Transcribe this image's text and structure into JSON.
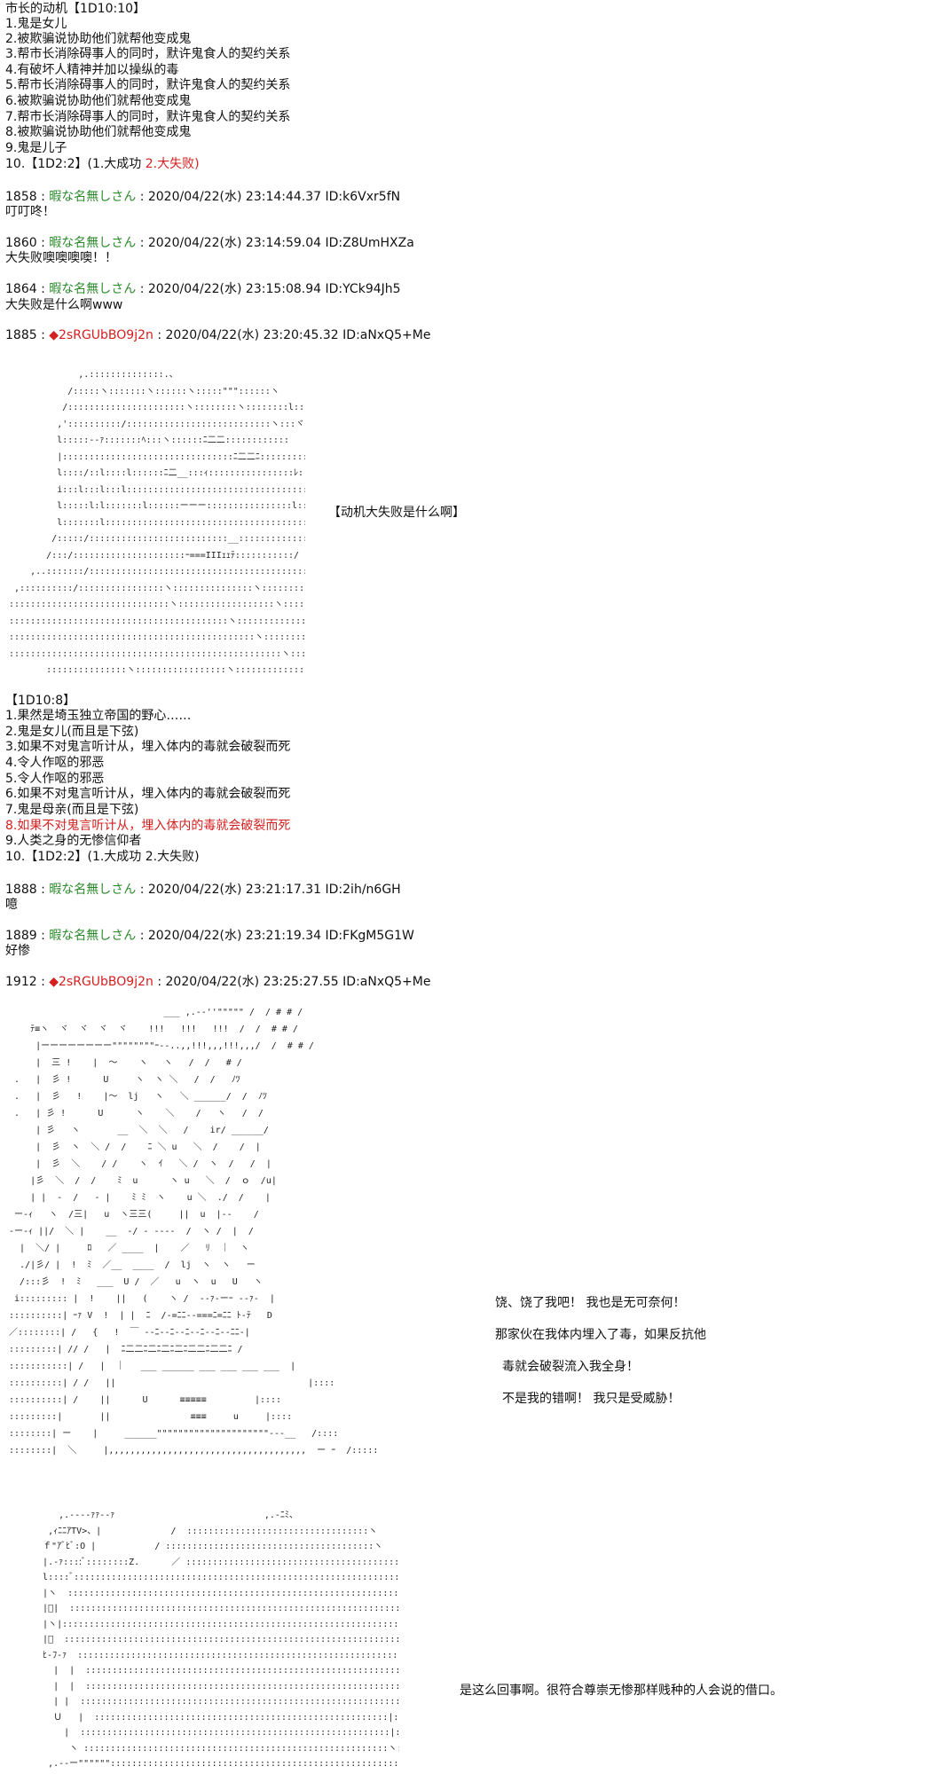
{
  "block1": {
    "heading": "市长的动机【1D10:10】",
    "items": [
      "1.鬼是女儿",
      "2.被欺骗说协助他们就帮他变成鬼",
      "3.帮市长消除碍事人的同时，默许鬼食人的契约关系",
      "4.有破坏人精神并加以操纵的毒",
      "5.帮市长消除碍事人的同时，默许鬼食人的契约关系",
      "6.被欺骗说协助他们就帮他变成鬼",
      "7.帮市长消除碍事人的同时，默许鬼食人的契约关系",
      "8.被欺骗说协助他们就帮他变成鬼",
      "9.鬼是儿子"
    ],
    "item10_prefix": "10.【1D2:2】(1.大成功  ",
    "item10_red": "2.大失败)"
  },
  "posts1": [
    {
      "num": "1858 : ",
      "name": "暇な名無しさん",
      "meta": " : 2020/04/22(水) 23:14:44.37 ID:k6Vxr5fN",
      "body": "叮叮咚！"
    },
    {
      "num": "1860 : ",
      "name": "暇な名無しさん",
      "meta": " : 2020/04/22(水) 23:14:59.04 ID:Z8UmHXZa",
      "body": "大失败噢噢噢噢！！"
    },
    {
      "num": "1864 : ",
      "name": "暇な名無しさん",
      "meta": " : 2020/04/22(水) 23:15:08.94 ID:YCk94Jh5",
      "body": "大失败是什么啊www"
    }
  ],
  "post1885": {
    "num": "1885 : ",
    "trip": "◆2sRGUbBO9j2n",
    "meta": " : 2020/04/22(水) 23:20:45.32 ID:aNxQ5+Me"
  },
  "aa1": {
    "art": "              ,.::::::::::::::.、\n            /:::::ヽ:::::::ヽ::::::ヽ:::::\"\"\"::::::ヽ\n           /::::::::::::::::::::::ヽ::::::::ヽ::::::::l::i::::ﾊ::::ﾉ::ﾘ\n          ,'::::::::::/:::::::::::::::::::::::::::ヽ:::ヾ::::::ﾆ\"::ヽ::::.\n          l:::::--ｧ:::::::ﾍ:::ヽ::::::ﾆ二二::::::::::::\n          |::::::::::::::::::::::::::::::::ﾆ二二ﾆ::::::::::::::::::::::/ヘ\n          l::::/::l::::l::::::ﾆ二__:::ｨ::::::::::::::::ﾚ::::/::::/\n          i:::l:::l:::l::::::::::::::::::::::::::::::::::<:::•::ｧ/\n          l:::::l:l:::::::l::::::ーーー::::::::::::::::l::::ﾆ::::::\n          l:::::::l:::::::::::::::::::::::::::::::::::::::l:::::::::::::l\n         /:::::/::::::::::::::::::::::::::__:::::::::::::::::::l\n        /:::/:::::::::::::::::::::ｰ===IIIｪｪﾃ:::::::::::/\n     ,..:::::::/::::::::::::::::::::::::::::::::::::::::::::::::::::ノ\n  ,::::::::::/::::::::::::::::ヽ:::::::::::::::ヽ:::::::::::::::::::::::イﾄ-::::::..\n ::::::::::::::::::::::::::::::ヽ::::::::::::::::::ヽ:::::::::ノ::::::::::ﾁ:::ヽ:::::::\n :::::::::::::::::::::::::::::::::::::::::ヽ:::::::::::::::/ーー::::::::::::ﾃ::ヽ:::::::::\n ::::::::::::::::::::::::::::::::::::::::::::::ヽ:::::::::/ヽ:::::::::::::::::::::::::::::\n :::::::::::::::::::::::::::::::::::::::::::::::::::ヽ::::::::::::::::::::::/ﾉ:::::::::::::::\n        :::::::::::::::ヽ:::::::::::::::::ヽ::::::::::::::::::::Y::::::::::::::"
  },
  "caption1": "【动机大失败是什么啊】",
  "block2": {
    "heading": "【1D10:8】",
    "items": [
      {
        "text": "1.果然是埼玉独立帝国的野心……",
        "red": false
      },
      {
        "text": "2.鬼是女儿(而且是下弦)",
        "red": false
      },
      {
        "text": "3.如果不对鬼言听计从，埋入体内的毒就会破裂而死",
        "red": false
      },
      {
        "text": "4.令人作呕的邪恶",
        "red": false
      },
      {
        "text": "5.令人作呕的邪恶",
        "red": false
      },
      {
        "text": "6.如果不对鬼言听计从，埋入体内的毒就会破裂而死",
        "red": false
      },
      {
        "text": "7.鬼是母亲(而且是下弦)",
        "red": false
      },
      {
        "text": "8.如果不对鬼言听计从，埋入体内的毒就会破裂而死",
        "red": true
      },
      {
        "text": "9.人类之身的无惨信仰者",
        "red": false
      },
      {
        "text": "10.【1D2:2】(1.大成功  2.大失败)",
        "red": false
      }
    ]
  },
  "posts2": [
    {
      "num": "1888 : ",
      "name": "暇な名無しさん",
      "meta": " : 2020/04/22(水) 23:21:17.31 ID:2ih/n6GH",
      "body": "噫"
    },
    {
      "num": "1889 : ",
      "name": "暇な名無しさん",
      "meta": " : 2020/04/22(水) 23:21:19.34 ID:FKgM5G1W",
      "body": "好惨"
    }
  ],
  "post1912": {
    "num": "1912 : ",
    "trip": "◆2sRGUbBO9j2n",
    "meta": " : 2020/04/22(水) 23:25:27.55 ID:aNxQ5+Me"
  },
  "aa2": {
    "art": "                              ___ ,.-‐''\"\"\"\"\" /  / # # /\n     ﾃ≡ヽ  ヾ  ヾ  ヾ  ヾ    !!!   !!!   !!!  /  /  # # /\n      |ーーーーーーーー\"\"\"\"\"\"\"\"ｰ--..,,!!!,,,!!!,,,/  /  # # /\n      |  三 !    |  ～    ヽ   ヽ   /  /   # /\n  .   |  彡 !      U     ヽ  ヽ ＼   /  /   ﾉﾂ\n  .   |  彡   !    |～  lj   ヽ   ＼ ______/  /  ﾉﾂ\n  .   | 彡 !      U      ヽ    ＼    /   ヽ   /  /\n      | 彡   ヽ       __  ＼  ＼   /    ir/ ______/\n      |  彡  ヽ  ＼ /  /    ﾆ ＼ u   ＼  /    /  |\n      |  彡  ＼    / /    ヽ  ｲ   ＼ /  ヽ  /   /  |\n     |彡  ＼  /  /    ﾐ  u      ヽ u   ＼  /  ｏ  /u|\n     | |  -  /   ‐ |    ﾐ ﾐ  ヽ    u ＼  ./  /    |\n  ー-ｨ   ヽ  /三|   u  ヽ三三(     ||  u  |--    /\n -ー-ｨ ||/  ＼ |    __  ‐/ ‐ ---‐  /  ヽ /  |  /\n   |  ＼/ |     ﾛ   ／ ____  |    ／   ﾘ  ｜  ヽ\n   ./|彡/ |  !  ﾐ  ／__  ____  /  lj  ヽ  ヽ   ー\n   /:::彡  !  ﾐ   ___  U /  ／   u  ヽ  u   U   ヽ\n  i::::::::: |  !    ||   (    ヽ /  ‐-ｧ-ーｰ -‐ｧ-  |  \n ::::::::::| ｰｧ V  !  | |  ﾆ  /-=ﾆﾆ--===ﾆ=ﾆﾆ ﾄ-ﾃ   D\n ／::::::::| /   {   !  ￣ --ﾆ--ﾆ--ﾆ--ﾆ--ﾆ--ﾆﾆ-|\n :::::::::| // /   |  ﾆ二二ﾆ二ﾆ二ﾆ二ﾆ二二ﾆ二二ﾆ /\n :::::::::::| /   |  ｜   ___ ______ ___ ___ ___ ___  |\n ::::::::::| / /   ||                                    |::::\n ::::::::::| /    ||      U      ≡≡≡≡≡         |::::\n :::::::::|       ||               ≡≡≡     u     |::::\n ::::::::| ー    |     ______\"\"\"\"\"\"\"\"\"\"\"\"\"\"\"\"\"\"\"\"\"---__   /::::\n ::::::::|  ＼     |,,,,,,,,,,,,,,,,,,,,,,,,,,,,,,,,,,,,,  ー ｰ  /:::::"
  },
  "captions2": [
    "饶、饶了我吧！  我也是无可奈何！",
    "那家伙在我体内埋入了毒，如果反抗他",
    "毒就会破裂流入我全身！",
    "不是我的错啊！  我只是受威胁！"
  ],
  "aa3": {
    "art": "      ,.-‐‐‐ｧｧ-‐ｧ                            ,.-ﾆﾐ、\n    ,ｨﾆﾆｱTV>、|             /  ::::::::::::::::::::::::::::::::::ヽ\n   ｆ\"ｱﾞﾋﾞ:O |           / :::::::::::::::::::::::::::::::::::::::ヽ\n   |.-ｧ::::ﾞ::::::::Z.      ／ ::::::::::::::::::::::::::::::::::::::::::ヽ\n   l::::ﾞ::::::::::::::::::::::::::::::::::::::::::::::::::::::::::::::::::::::ヽ\n   |ヽ  ::::::::::::::::::::::::::::::::::::::::::::::::::::::::::::::::::::|\n   |ﾞ|  ::::::::::::::::::::::::::::::::::::::::::::::::::::::::::::::::::::|\n   |ヽ|:::::::::::::::::::::::::::::::::::::::::::::::::::::::::::::::::::::::::|\n   |ﾞ  ::::::::::::::::::::::::::::::::::::::::::::::::::::::::::::::::::::::::|\n   ﾋ-ﾌ-ｧ  ::::::::::::::::::::::::::::::::::::::::::::::::::::::::::::::::::|\n     |  |  ::::::::::::::::::::::::::::::::::::::::::::::::::::::::::::::|\n     |  |  ::::::::::::::::::::::::::::::::::::::::::::::::::::::::::::::|\n     | |  ::::::::::::::::::::::::::::::::::::::::::::::::::::::::::::::::::|\n     Ｕ   |  :::::::::::::::::::::::::::::::::::::::::::::::::::::::|::::::::|\n       |  ::::::::::::::::::::::::::::::::::::::::::::::::::::::::::|:::::::::|\n        ヽ :::::::::::::::::::::::::::::::::::::::::::::::::::::::::ヽ::::::::::ノ\n    ,.-‐ー\"\"\"\"\"\"::::::::::::::::::::::::::::::::::::::::::::::::::::::::::::::::ヽ"
  },
  "caption3": "是这么回事啊。很符合尊崇无惨那样贱种的人会说的借口。"
}
